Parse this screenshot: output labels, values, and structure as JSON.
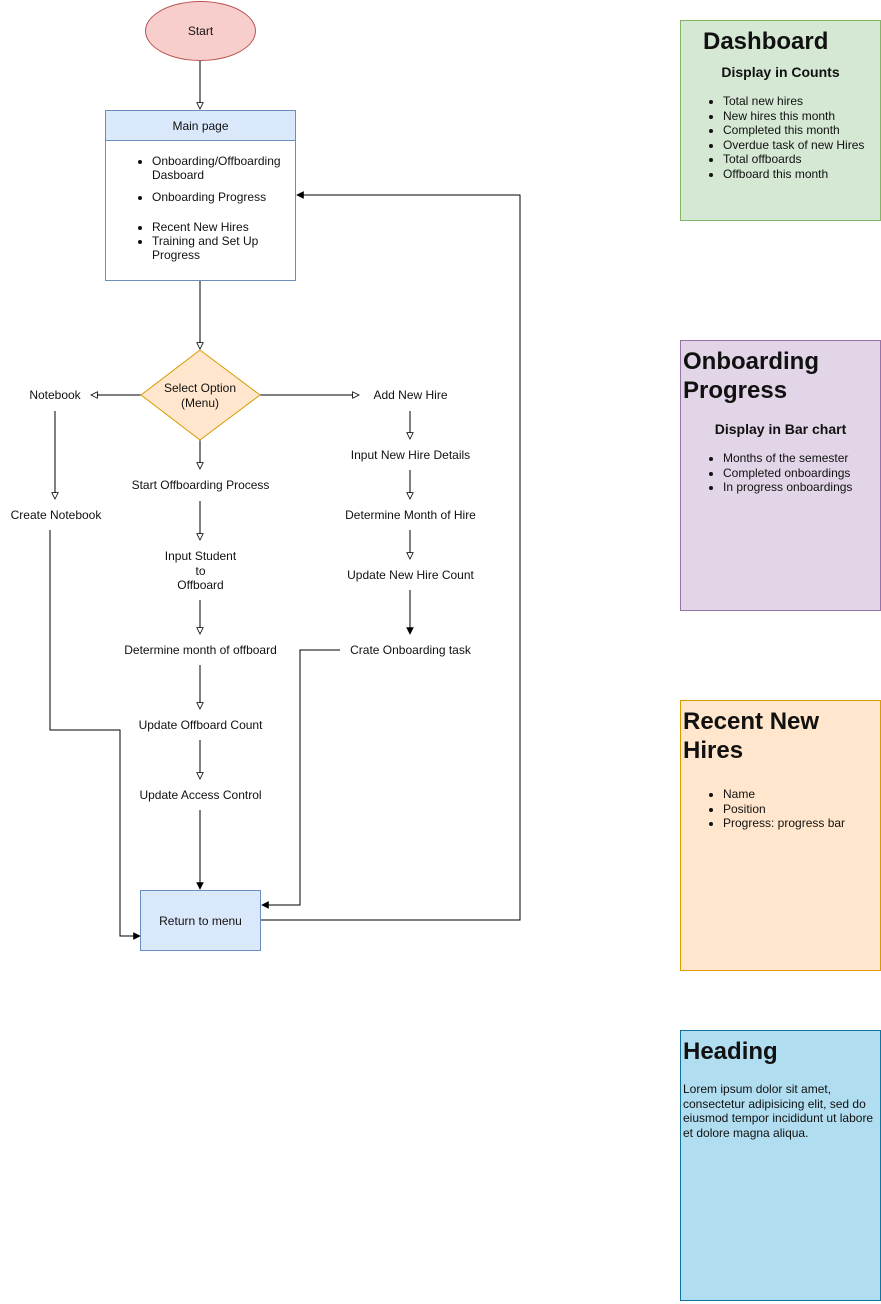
{
  "flow": {
    "start": "Start",
    "main_page": {
      "title": "Main page",
      "items": [
        "Onboarding/Offboarding Dasboard",
        "Onboarding Progress",
        "Recent New Hires",
        "Training and Set Up Progress"
      ]
    },
    "decision": [
      "Select Option",
      "(Menu)"
    ],
    "notebook": "Notebook",
    "create_notebook": "Create Notebook",
    "add_new_hire": "Add New Hire",
    "input_new_hire_details": "Input New Hire Details",
    "determine_month_of_hire": "Determine Month of Hire",
    "update_new_hire_count": "Update New Hire Count",
    "crate_onboarding_task": "Crate Onboarding task",
    "start_offboarding": "Start Offboarding Process",
    "input_student": [
      "Input Student",
      "to",
      "Offboard"
    ],
    "determine_month_offboard": "Determine month of offboard",
    "update_offboard_count": "Update Offboard Count",
    "update_access_control": "Update Access Control",
    "return_to_menu": "Return to menu"
  },
  "panels": {
    "dashboard": {
      "title": "Dashboard",
      "subtitle": "Display in Counts",
      "items": [
        "Total new hires",
        "New hires this month",
        "Completed this month",
        "Overdue task of new Hires",
        "Total offboards",
        "Offboard this month"
      ]
    },
    "onboarding": {
      "title": "Onboarding Progress",
      "subtitle": "Display in Bar chart",
      "items": [
        "Months of the semester",
        "Completed onboardings",
        "In progress onboardings"
      ]
    },
    "recent": {
      "title": "Recent New Hires",
      "items": [
        "Name",
        "Position",
        "Progress: progress bar"
      ]
    },
    "heading": {
      "title": "Heading",
      "body": "Lorem ipsum dolor sit amet, consectetur adipisicing elit, sed do eiusmod tempor incididunt ut labore et dolore magna aliqua."
    }
  },
  "colors": {
    "start_fill": "#f8cecc",
    "blue_fill": "#dae8fc",
    "decision_fill": "#ffe6cc",
    "green_panel": "#d5e8d4",
    "purple_panel": "#e1d5e7",
    "orange_panel": "#ffe6cc",
    "blue_panel": "#b1ddf0"
  }
}
